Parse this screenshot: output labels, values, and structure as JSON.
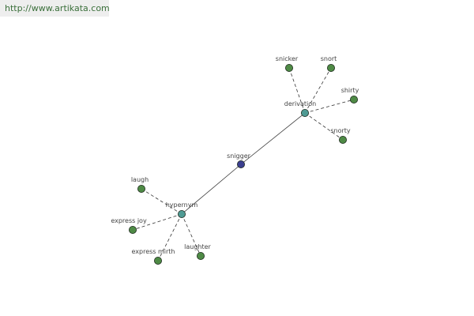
{
  "watermark": {
    "url": "http://www.artikata.com"
  },
  "colors": {
    "center": "#3b3f8f",
    "hub": "#4f9b94",
    "leaf": "#4e8a45",
    "edge": "#333333",
    "background": "#ffffff"
  },
  "graph": {
    "center": {
      "id": "snigger",
      "label": "snigger"
    },
    "hubs": [
      {
        "id": "derivation",
        "label": "derivation"
      },
      {
        "id": "hypernym",
        "label": "hypernym"
      }
    ],
    "leaves": [
      {
        "id": "snicker",
        "label": "snicker",
        "hub": "derivation"
      },
      {
        "id": "snort",
        "label": "snort",
        "hub": "derivation"
      },
      {
        "id": "shirty",
        "label": "shirty",
        "hub": "derivation"
      },
      {
        "id": "snorty",
        "label": "snorty",
        "hub": "derivation"
      },
      {
        "id": "laugh",
        "label": "laugh",
        "hub": "hypernym"
      },
      {
        "id": "express-joy",
        "label": "express joy",
        "hub": "hypernym"
      },
      {
        "id": "express-mirth",
        "label": "express mirth",
        "hub": "hypernym"
      },
      {
        "id": "laughter",
        "label": "laughter",
        "hub": "hypernym"
      }
    ]
  }
}
